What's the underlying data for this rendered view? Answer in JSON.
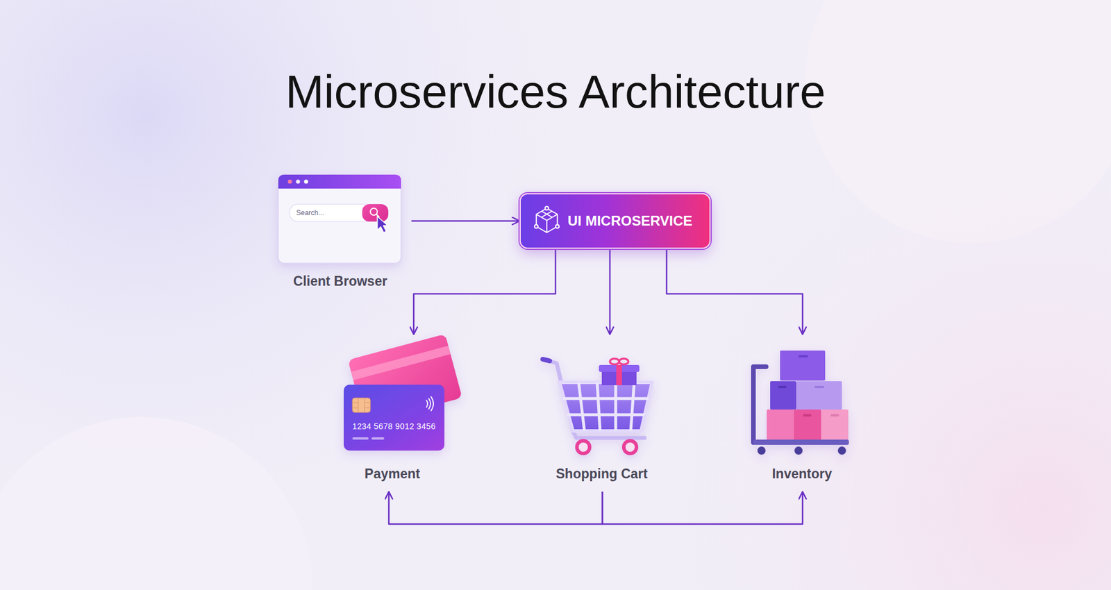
{
  "diagram": {
    "title": "Microservices Architecture",
    "nodes": [
      {
        "text": [
          "Client Browser"
        ]
      },
      {
        "text": [
          "UI MICROSERVICE"
        ]
      },
      {
        "text": [
          "Payment"
        ]
      },
      {
        "text": [
          "Shopping Cart"
        ]
      },
      {
        "text": [
          "Inventory"
        ]
      }
    ],
    "edges": [
      {
        "from": 0,
        "to": 1,
        "arrow": "to"
      },
      {
        "from": 1,
        "to": 2,
        "arrow": "to"
      },
      {
        "from": 1,
        "to": 3,
        "arrow": "to"
      },
      {
        "from": 1,
        "to": 4,
        "arrow": "to"
      },
      {
        "from": 3,
        "to": 2,
        "arrow": "to"
      },
      {
        "from": 3,
        "to": 4,
        "arrow": "to"
      }
    ],
    "labels": [
      "Search...",
      "1234 5678 9012 3456"
    ]
  }
}
